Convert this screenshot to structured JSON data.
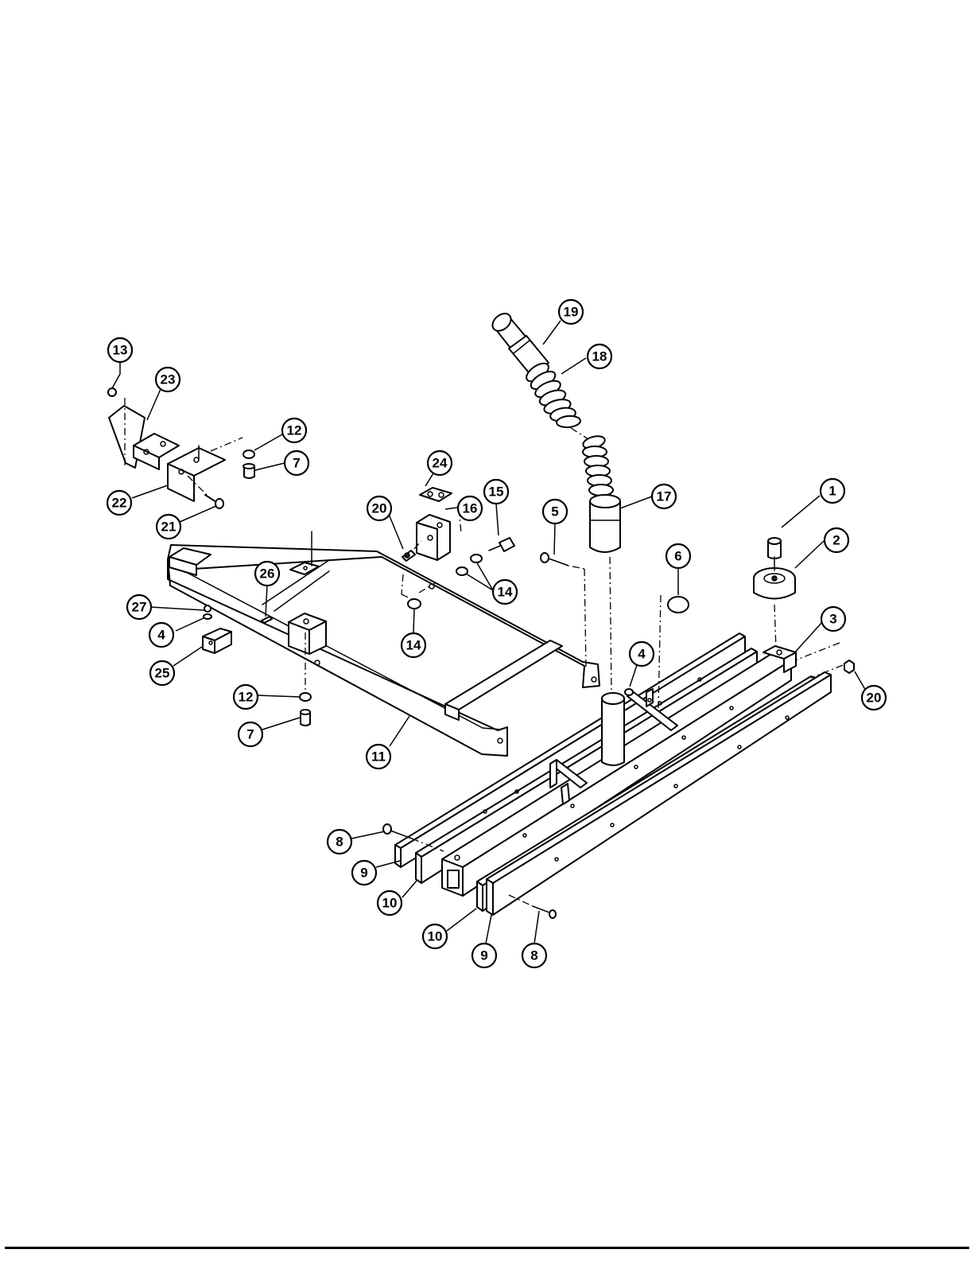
{
  "callouts": [
    {
      "id": "c1",
      "label": "1"
    },
    {
      "id": "c2",
      "label": "2"
    },
    {
      "id": "c3",
      "label": "3"
    },
    {
      "id": "c4a",
      "label": "4"
    },
    {
      "id": "c4b",
      "label": "4"
    },
    {
      "id": "c5",
      "label": "5"
    },
    {
      "id": "c6",
      "label": "6"
    },
    {
      "id": "c7a",
      "label": "7"
    },
    {
      "id": "c7b",
      "label": "7"
    },
    {
      "id": "c8a",
      "label": "8"
    },
    {
      "id": "c8b",
      "label": "8"
    },
    {
      "id": "c9a",
      "label": "9"
    },
    {
      "id": "c9b",
      "label": "9"
    },
    {
      "id": "c10a",
      "label": "10"
    },
    {
      "id": "c10b",
      "label": "10"
    },
    {
      "id": "c11",
      "label": "11"
    },
    {
      "id": "c12a",
      "label": "12"
    },
    {
      "id": "c12b",
      "label": "12"
    },
    {
      "id": "c13",
      "label": "13"
    },
    {
      "id": "c14a",
      "label": "14"
    },
    {
      "id": "c14b",
      "label": "14"
    },
    {
      "id": "c15",
      "label": "15"
    },
    {
      "id": "c16",
      "label": "16"
    },
    {
      "id": "c17",
      "label": "17"
    },
    {
      "id": "c18",
      "label": "18"
    },
    {
      "id": "c19",
      "label": "19"
    },
    {
      "id": "c20a",
      "label": "20"
    },
    {
      "id": "c20b",
      "label": "20"
    },
    {
      "id": "c21",
      "label": "21"
    },
    {
      "id": "c22",
      "label": "22"
    },
    {
      "id": "c23",
      "label": "23"
    },
    {
      "id": "c24",
      "label": "24"
    },
    {
      "id": "c25",
      "label": "25"
    },
    {
      "id": "c26",
      "label": "26"
    },
    {
      "id": "c27",
      "label": "27"
    }
  ]
}
